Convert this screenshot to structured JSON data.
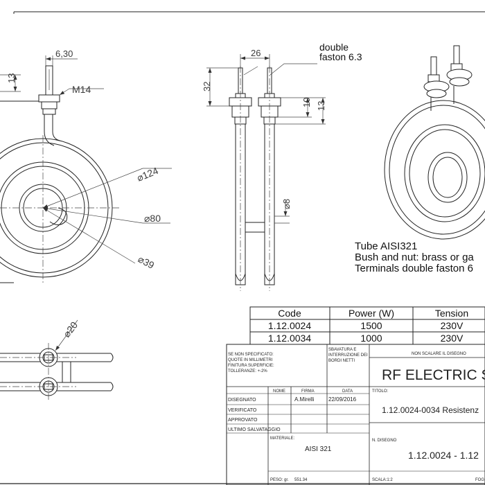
{
  "dimensions": {
    "front_top_width": "6,30",
    "front_height_13": "13",
    "front_thread": "M14",
    "dia_124": "⌀124",
    "dia_80": "⌀80",
    "dia_39": "⌀39",
    "side_width": "26",
    "side_height_32": "32",
    "side_10": "10",
    "side_13": "13",
    "side_dia_8": "⌀8",
    "top_dia_20": "⌀20"
  },
  "notes": {
    "faston_line1": "double",
    "faston_line2": "faston 6.3",
    "tube": "Tube AISI321",
    "bush": "Bush and nut: brass or ga",
    "terminals": "Terminals double faston 6"
  },
  "spec_table": {
    "headers": [
      "Code",
      "Power (W)",
      "Tension"
    ],
    "rows": [
      [
        "1.12.0024",
        "1500",
        "230V"
      ],
      [
        "1.12.0034",
        "1000",
        "230V"
      ]
    ]
  },
  "title_block": {
    "general_notes": [
      "SE NON SPECIFICATO:",
      "QUOTE IN MILLIMETRI",
      "FINITURA SUPERFICIE:",
      "TOLLERANZE: +-2%"
    ],
    "edge_notes": [
      "SBAVATURA E",
      "INTERRUZIONE DEI",
      "BORDI NETTI"
    ],
    "no_scale": "NON SCALARE IL DISEGNO",
    "company": "RF ELECTRIC S",
    "col_nome": "NOME",
    "col_firma": "FIRMA",
    "col_data": "DATA",
    "disegnato_label": "DISEGNATO",
    "disegnato_firma": "A.Mirelli",
    "disegnato_data": "22/09/2016",
    "verificato_label": "VERIFICATO",
    "approvato_label": "APPROVATO",
    "ultimo_label": "ULTIMO SALVATAGGIO",
    "titolo_label": "TITOLO:",
    "titolo_value": "1.12.0024-0034 Resistenz",
    "materiale_label": "MATERIALE:",
    "materiale_value": "AISI 321",
    "n_disegno_label": "N. DISEGNO",
    "n_disegno_value": "1.12.0024 - 1.12",
    "peso_label": "PESO: gr.",
    "peso_value": "551.34",
    "scala_label": "SCALA:1:2",
    "foglio_label": "FOG"
  }
}
